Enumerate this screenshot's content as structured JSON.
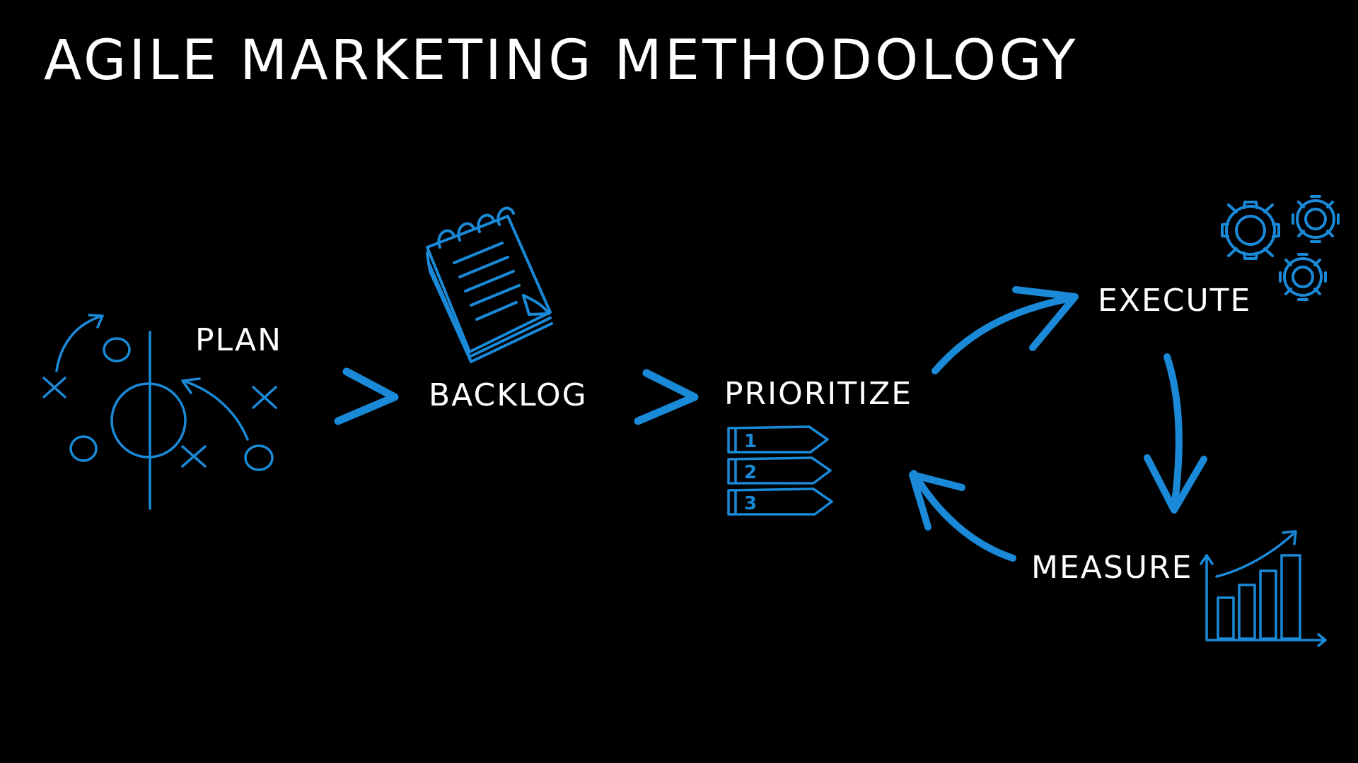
{
  "title": "AGILE MARKETING METHODOLOGY",
  "steps": {
    "plan": "PLAN",
    "backlog": "BACKLOG",
    "prioritize": "PRIORITIZE",
    "execute": "EXECUTE",
    "measure": "MEASURE"
  },
  "priority_tags": [
    "1",
    "2",
    "3"
  ],
  "colors": {
    "background": "#000000",
    "accent": "#1a8ad8",
    "text": "#ffffff"
  },
  "icons": {
    "plan": "playbook-diagram-icon",
    "backlog": "notepad-icon",
    "prioritize": "ranked-tags-icon",
    "execute": "gears-icon",
    "measure": "bar-chart-growth-icon"
  }
}
